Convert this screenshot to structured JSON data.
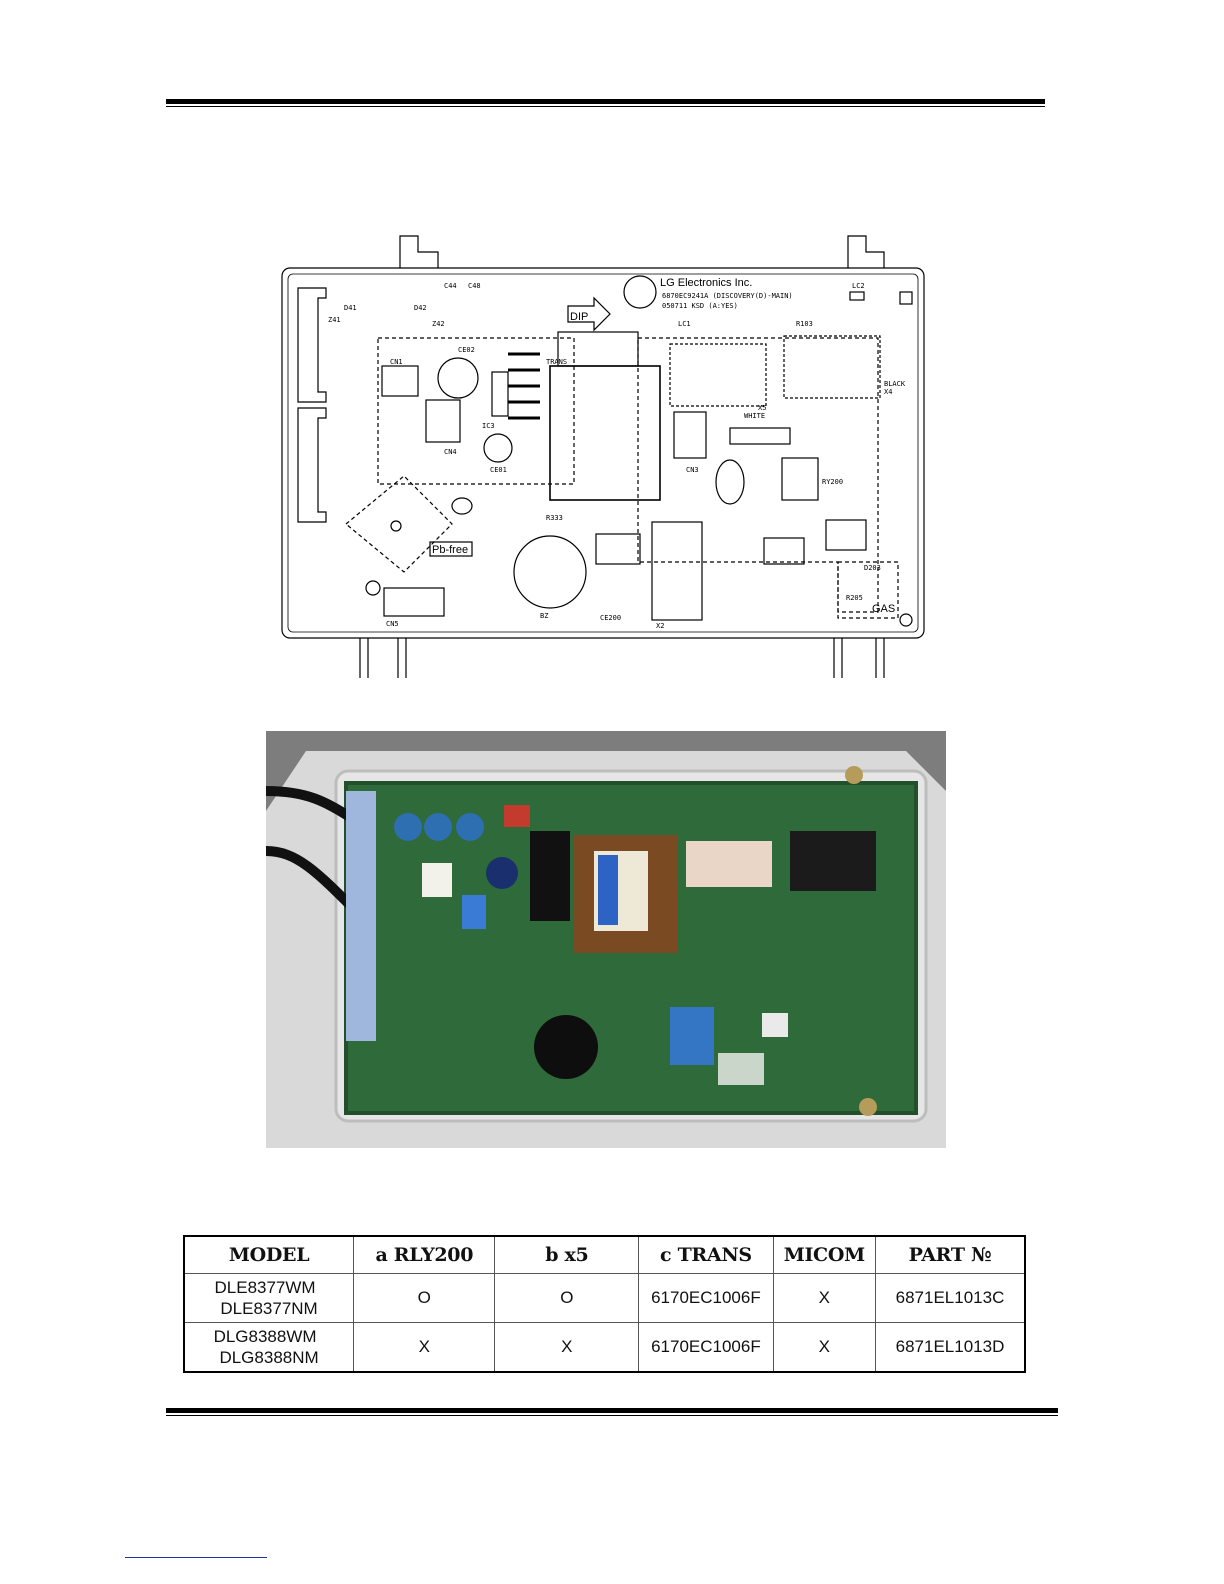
{
  "schematic": {
    "maker": "LG Electronics Inc.",
    "board_code": "6870EC9241A (DISCOVERY(D)-MAIN)",
    "board_note": "050711 KSD (A:YES)",
    "labels": {
      "dip": "DIP",
      "pbfree": "Pb-free",
      "gas": "GAS",
      "trans": "TRANS",
      "cn1": "CN1",
      "cn3": "CN3",
      "cn4": "CN4",
      "cn5": "CN5",
      "ic3": "IC3",
      "ce01": "CE01",
      "ce02": "CE02",
      "ce200": "CE200",
      "x2": "X2",
      "x5": "X5",
      "x4": "X4",
      "white": "WHITE",
      "black": "BLACK",
      "ry200": "RY200",
      "r333": "R333",
      "r103": "R103",
      "r205": "R205",
      "bz": "BZ",
      "lc1": "LC1",
      "lc2": "LC2",
      "c44": "C44",
      "c48": "C48",
      "d41": "D41",
      "d42": "D42",
      "z41": "Z41",
      "z42": "Z42",
      "d203": "D203"
    }
  },
  "table": {
    "headers": [
      "MODEL",
      "a  RLY200",
      "b  x5",
      "c  TRANS",
      "MICOM",
      "PART  №"
    ],
    "rows": [
      {
        "model": [
          "DLE8377WM",
          "DLE8377NM"
        ],
        "rly200": "O",
        "x5": "O",
        "trans": "6170EC1006F",
        "micom": "X",
        "part": "6871EL1013C"
      },
      {
        "model": [
          "DLG8388WM",
          "DLG8388NM"
        ],
        "rly200": "X",
        "x5": "X",
        "trans": "6170EC1006F",
        "micom": "X",
        "part": "6871EL1013D"
      }
    ]
  }
}
